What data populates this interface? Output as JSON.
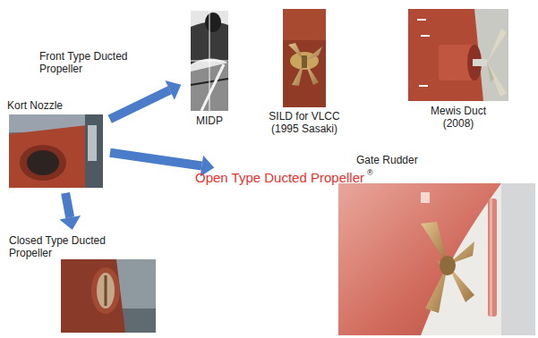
{
  "diagram": {
    "nodes": [
      {
        "text": [
          "Kort Nozzle"
        ]
      },
      {
        "text": [
          "MIDP"
        ]
      },
      {
        "text": [
          "SILD for VLCC (1995 Sasaki)"
        ]
      },
      {
        "text": [
          "Mewis Duct (2008)"
        ]
      },
      {
        "text": [
          "Open Type Ducted Propeller"
        ]
      },
      {
        "text": [
          "Gate Rudder"
        ]
      },
      {
        "text": [
          "Closed Type Ducted Propeller"
        ]
      }
    ],
    "edges": [
      {
        "from": 0,
        "to": 1,
        "arrow": "to"
      },
      {
        "from": 0,
        "to": 4,
        "arrow": "to"
      },
      {
        "from": 0,
        "to": 6,
        "arrow": "to"
      }
    ],
    "labels": [
      "Front Type Ducted Propeller",
      "®"
    ]
  }
}
